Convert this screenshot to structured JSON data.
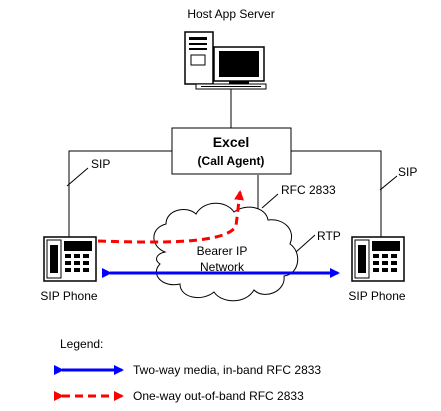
{
  "server": {
    "label": "Host App Server"
  },
  "call_agent": {
    "title": "Excel",
    "subtitle": "(Call Agent)"
  },
  "links": {
    "sip_left": "SIP",
    "sip_right": "SIP",
    "rfc": "RFC 2833",
    "rtp": "RTP"
  },
  "network": {
    "line1": "Bearer IP",
    "line2": "Network"
  },
  "phones": {
    "left": "SIP Phone",
    "right": "SIP Phone"
  },
  "legend": {
    "title": "Legend:",
    "items": [
      {
        "text": "Two-way media, in-band RFC 2833",
        "color": "#0000ff",
        "style": "solid"
      },
      {
        "text": "One-way out-of-band RFC 2833",
        "color": "#ff0000",
        "style": "dashed"
      }
    ]
  }
}
